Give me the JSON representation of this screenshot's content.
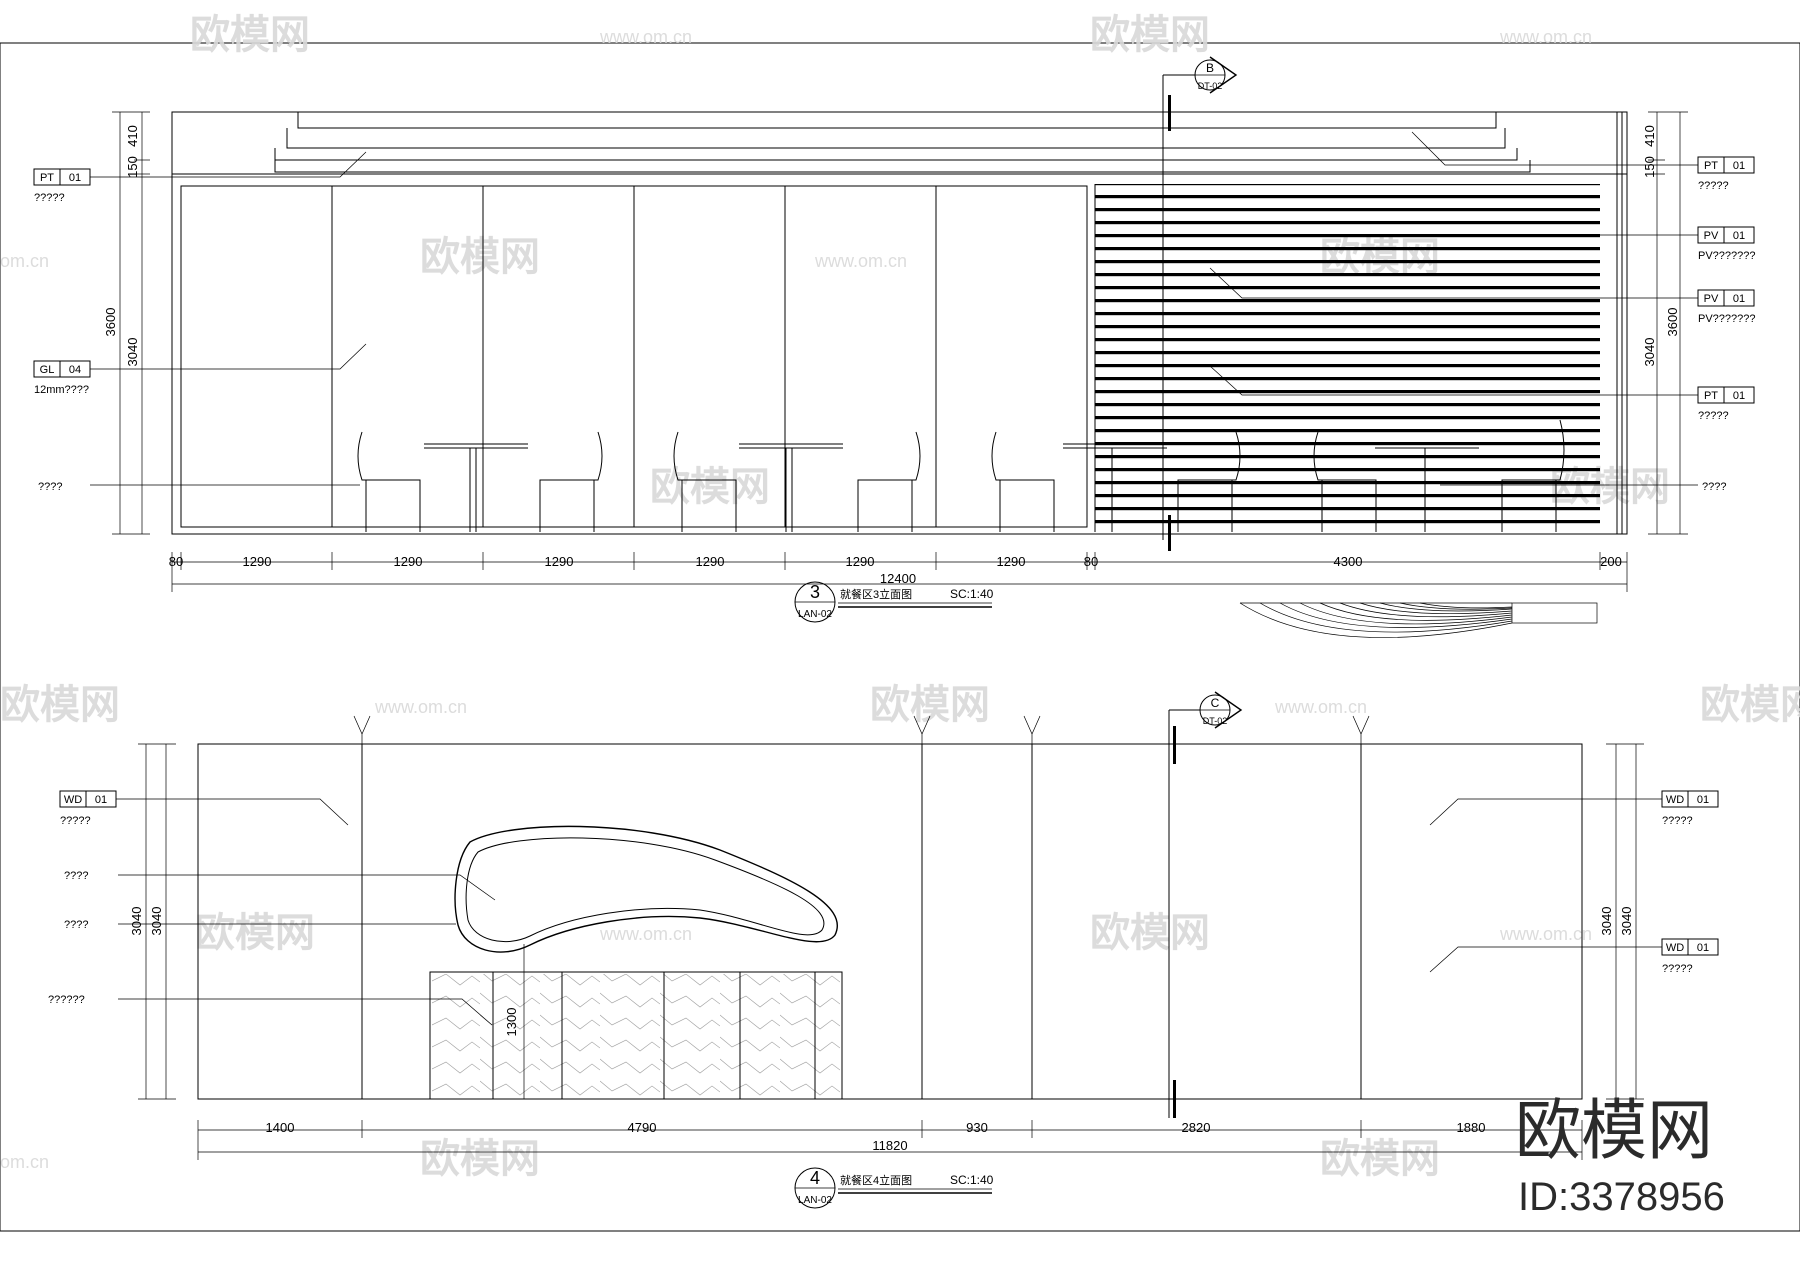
{
  "elevation3": {
    "number": "3",
    "sheet": "LAN-02",
    "title": "就餐区3立面图",
    "scale": "SC:1:40",
    "section_mark": {
      "letter": "B",
      "ref": "DT-02"
    },
    "dims_bottom": [
      "80",
      "1290",
      "1290",
      "1290",
      "1290",
      "1290",
      "1290",
      "80",
      "4300",
      "200"
    ],
    "dim_total": "12400",
    "dims_left": [
      "410",
      "150",
      "3040",
      "3600"
    ],
    "dims_right": [
      "410",
      "150",
      "3040",
      "3600"
    ],
    "tags_left": [
      {
        "code": "PT",
        "num": "01",
        "note": "?????"
      },
      {
        "code": "GL",
        "num": "04",
        "note": "12mm????"
      }
    ],
    "note_left": "????",
    "tags_right": [
      {
        "code": "PT",
        "num": "01",
        "note": "?????"
      },
      {
        "code": "PV",
        "num": "01",
        "note": "PV???????"
      },
      {
        "code": "PV",
        "num": "01",
        "note": "PV???????"
      },
      {
        "code": "PT",
        "num": "01",
        "note": "?????"
      }
    ],
    "note_right": "????"
  },
  "elevation4": {
    "number": "4",
    "sheet": "LAN-02",
    "title": "就餐区4立面图",
    "scale": "SC:1:40",
    "section_mark": {
      "letter": "C",
      "ref": "DT-02"
    },
    "dims_bottom": [
      "1400",
      "4790",
      "930",
      "2820",
      "1880"
    ],
    "dim_total": "11820",
    "dims_left": [
      "3040",
      "3040"
    ],
    "dims_right": [
      "3040",
      "3040"
    ],
    "dim_inner": "1300",
    "tags_left": [
      {
        "code": "WD",
        "num": "01",
        "note": "?????"
      }
    ],
    "notes_left": [
      "????",
      "????",
      "??????"
    ],
    "tags_right": [
      {
        "code": "WD",
        "num": "01",
        "note": "?????"
      },
      {
        "code": "WD",
        "num": "01",
        "note": "?????"
      }
    ]
  },
  "watermark": {
    "brand": "欧模网",
    "url": "www.om.cn",
    "url_short": "om.cn",
    "id_label": "ID:3378956"
  }
}
